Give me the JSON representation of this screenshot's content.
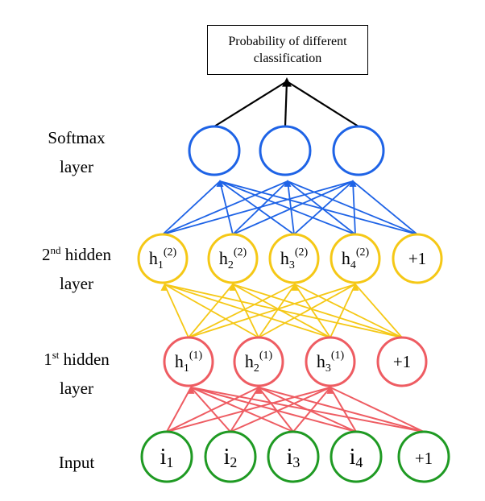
{
  "output_box": {
    "line1": "Probability of different",
    "line2": "classification"
  },
  "layer_labels": {
    "softmax": [
      "Softmax",
      "layer"
    ],
    "hidden2": [
      "2",
      "nd",
      " hidden",
      "layer"
    ],
    "hidden1": [
      "1",
      "st",
      " hidden",
      "layer"
    ],
    "input": [
      "Input"
    ]
  },
  "colors": {
    "softmax": "#1e63e6",
    "hidden2": "#f5c816",
    "hidden1": "#ee5c62",
    "input": "#1f9a23",
    "output_arrows": "#000000"
  },
  "layers": {
    "softmax": {
      "nodes": [
        {
          "label": "",
          "sub": "",
          "sup": ""
        },
        {
          "label": "",
          "sub": "",
          "sup": ""
        },
        {
          "label": "",
          "sub": "",
          "sup": ""
        }
      ]
    },
    "hidden2": {
      "nodes": [
        {
          "label": "h",
          "sub": "1",
          "sup": "(2)"
        },
        {
          "label": "h",
          "sub": "2",
          "sup": "(2)"
        },
        {
          "label": "h",
          "sub": "3",
          "sup": "(2)"
        },
        {
          "label": "h",
          "sub": "4",
          "sup": "(2)"
        },
        {
          "label": "+1",
          "sub": "",
          "sup": ""
        }
      ]
    },
    "hidden1": {
      "nodes": [
        {
          "label": "h",
          "sub": "1",
          "sup": "(1)"
        },
        {
          "label": "h",
          "sub": "2",
          "sup": "(1)"
        },
        {
          "label": "h",
          "sub": "3",
          "sup": "(1)"
        },
        {
          "label": "+1",
          "sub": "",
          "sup": ""
        }
      ]
    },
    "input": {
      "nodes": [
        {
          "label": "i",
          "sub": "1",
          "sup": ""
        },
        {
          "label": "i",
          "sub": "2",
          "sup": ""
        },
        {
          "label": "i",
          "sub": "3",
          "sup": ""
        },
        {
          "label": "i",
          "sub": "4",
          "sup": ""
        },
        {
          "label": "+1",
          "sub": "",
          "sup": ""
        }
      ]
    }
  }
}
